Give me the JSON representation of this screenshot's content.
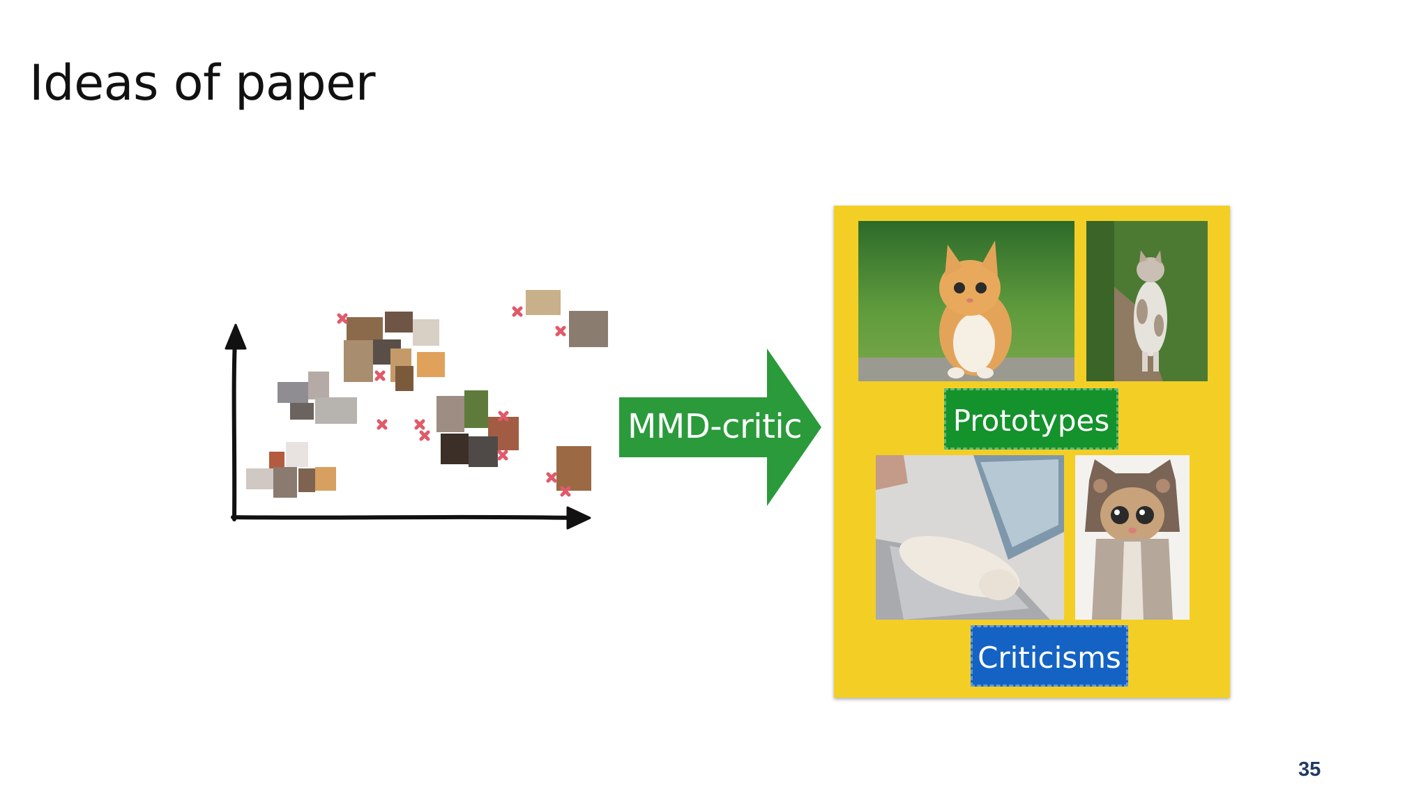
{
  "slide": {
    "title": "Ideas of paper",
    "page_number": "35"
  },
  "diagram": {
    "arrow_label": "MMD-critic",
    "arrow_color": "#2a9a3b",
    "panel_color": "#f3cf26",
    "prototypes_label": "Prototypes",
    "prototypes_color": "#14922c",
    "criticisms_label": "Criticisms",
    "criticisms_color": "#1463c4",
    "marker_color": "#e05a6a",
    "axis_color": "#111111"
  },
  "photos": {
    "prototype_1": "orange-kitten-on-grass",
    "prototype_2": "tabby-cat-standing-on-path",
    "criticism_1": "cat-lying-on-laptop",
    "criticism_2": "kitten-in-costume"
  }
}
